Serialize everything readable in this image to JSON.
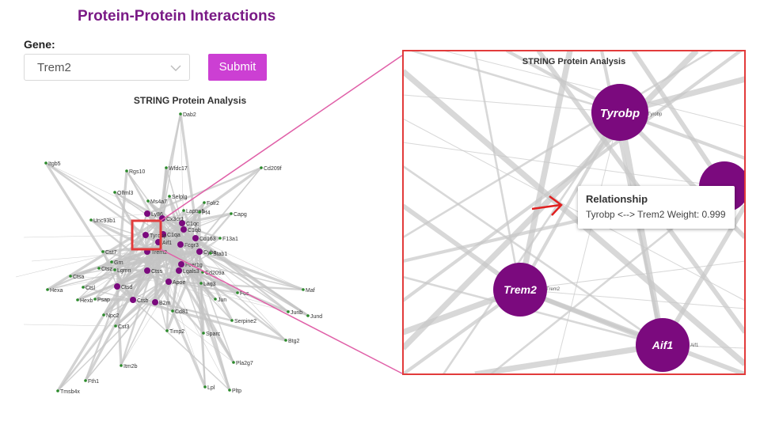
{
  "page_title": "Protein-Protein Interactions",
  "gene_label": "Gene:",
  "gene_select_value": "Trem2",
  "submit_label": "Submit",
  "network_title": "STRING Protein Analysis",
  "zoom_title": "STRING Protein Analysis",
  "tooltip": {
    "title": "Relationship",
    "body": "Tyrobp <--> Trem2 Weight: 0.999"
  },
  "colors": {
    "accent": "#cc3fd3",
    "title": "#7a1a86",
    "hub_node": "#7b0a7e",
    "leaf_node": "#2a8a2a",
    "zoom_border": "#e23b3b",
    "connector": "#e060a8",
    "arrow": "#e02020"
  },
  "network_labels": [
    "Dab2",
    "Itgb5",
    "Rgs10",
    "Wfdc17",
    "Cd209f",
    "Olfml3",
    "Ms4a7",
    "Selplg",
    "Folr2",
    "Capg",
    "Unc93b1",
    "Laptm5",
    "Pf4",
    "C1qb",
    "C1qc",
    "Cd163",
    "F13a1",
    "Fcgr3",
    "Cyba",
    "Stab1",
    "Cst7",
    "Fcer1g",
    "Cd209a",
    "Grn",
    "Ctsz",
    "Lgmn",
    "Ctss",
    "Lgals3",
    "Lag3",
    "Ctsa",
    "Hexa",
    "Ctsl",
    "Ctsd",
    "Apoe",
    "Fos",
    "Maf",
    "Hexb",
    "Psap",
    "Ctsb",
    "B2m",
    "Jun",
    "Junb",
    "Jund",
    "Npc2",
    "Cd81",
    "Serpine2",
    "Cst3",
    "Timp2",
    "Sparc",
    "Btg2",
    "Itm2b",
    "Pla2g7",
    "Fth1",
    "Lpl",
    "Tmsb4x",
    "Pltp",
    "Ly86",
    "Cx3cr1",
    "C1qa",
    "Trem2",
    "Tyrobp",
    "Aif1"
  ],
  "zoom_nodes": [
    {
      "name": "Tyrobp",
      "label": "Tyrobp"
    },
    {
      "name": "Trem2",
      "label": "Trem2"
    },
    {
      "name": "Aif1",
      "label": "Aif1"
    }
  ]
}
